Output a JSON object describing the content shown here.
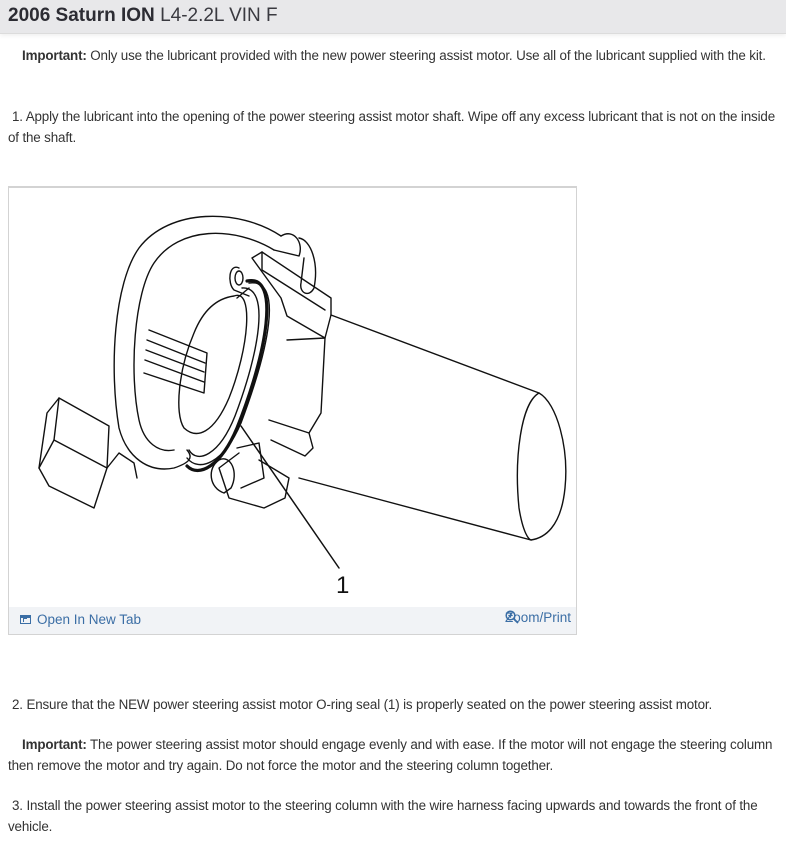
{
  "header": {
    "vehicle_make_model": "2006 Saturn ION",
    "engine": "L4-2.2L VIN F"
  },
  "content": {
    "important_1": {
      "label": "Important:",
      "text": " Only use the lubricant provided with the new power steering assist motor. Use all of the lubricant supplied with the kit."
    },
    "step_1": "1. Apply the lubricant into the opening of the power steering assist motor shaft. Wipe off any excess lubricant that is not on the inside of the shaft.",
    "figure": {
      "callout_label": "1",
      "open_new_tab_label": "Open In New Tab",
      "zoom_print_label": "Zoom/Print",
      "open_new_tab_icon": "open-new-tab-icon",
      "zoom_icon": "magnifier-plus-icon"
    },
    "step_2": "2. Ensure that the NEW power steering assist motor O-ring seal (1) is properly seated on the power steering assist motor.",
    "important_2": {
      "label": "Important:",
      "text": " The power steering assist motor should engage evenly and with ease. If the motor will not engage the steering column then remove the motor and try again. Do not force the motor and the steering column together."
    },
    "step_3": "3. Install the power steering assist motor to the steering column with the wire harness facing upwards and towards the front of the vehicle."
  },
  "colors": {
    "header_bg": "#e8e8ea",
    "link": "#3b6ea5",
    "figure_footer_bg": "#f1f3f6",
    "text": "#333333"
  }
}
